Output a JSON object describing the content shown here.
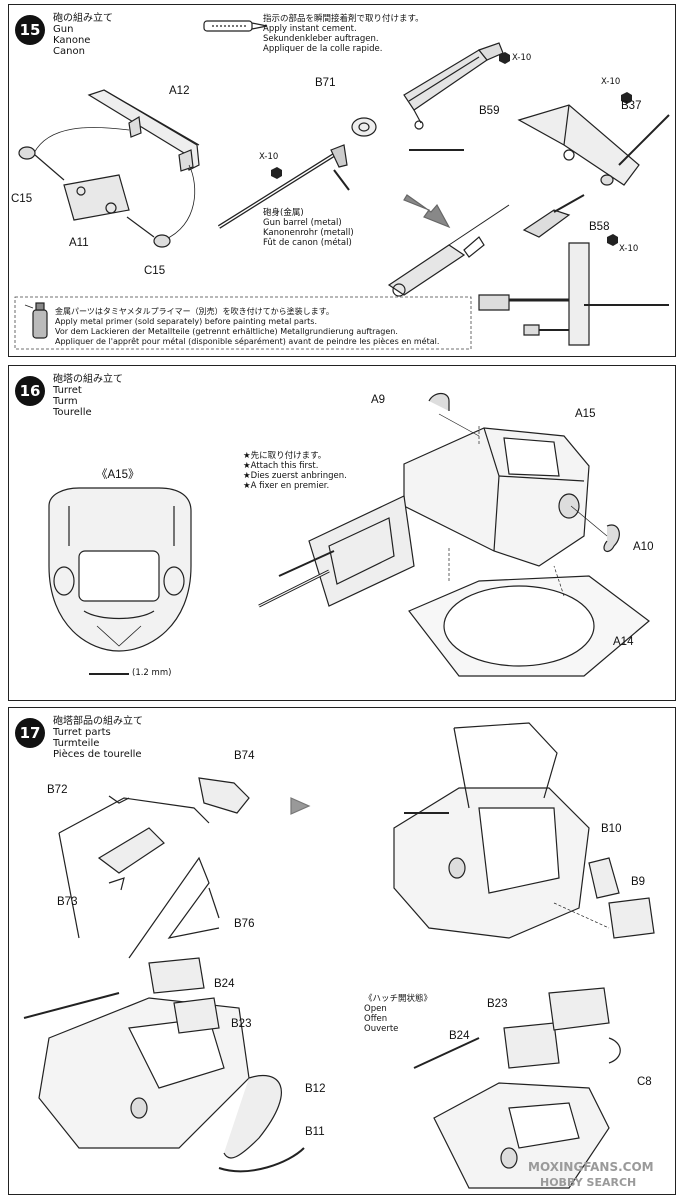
{
  "step15": {
    "number": "15",
    "title_jp": "砲の組み立て",
    "title_en": "Gun",
    "title_de": "Kanone",
    "title_fr": "Canon",
    "cement_note": [
      "指示の部品を瞬間接着剤で取り付けます。",
      "Apply instant cement.",
      "Sekundenkleber auftragen.",
      "Appliquer de la colle rapide."
    ],
    "parts": {
      "a12": "A12",
      "c15a": "C15",
      "a11": "A11",
      "c15b": "C15",
      "b71": "B71",
      "b59": "B59",
      "b37": "B37",
      "b58": "B58"
    },
    "x10": {
      "a": "X-10",
      "b": "X-10",
      "c": "X-10",
      "d": "X-10"
    },
    "barrel_note": [
      "砲身(金属)",
      "Gun barrel (metal)",
      "Kanonenrohr (metall)",
      "Fût de canon (métal)"
    ],
    "primer_note": [
      "金属パーツはタミヤメタルプライマー（別売）を吹き付けてから塗装します。",
      "Apply metal primer (sold separately) before painting metal parts.",
      "Vor dem Lackieren der Metallteile (getrennt erhältliche) Metallgrundierung auftragen.",
      "Appliquer de l'apprêt pour métal (disponible séparément) avant de peindre les pièces en métal."
    ]
  },
  "step16": {
    "number": "16",
    "title_jp": "砲塔の組み立て",
    "title_en": "Turret",
    "title_de": "Turm",
    "title_fr": "Tourelle",
    "detail_label": "《A15》",
    "drill": "(1.2 mm)",
    "attach_note": [
      "★先に取り付けます。",
      "★Attach this first.",
      "★Dies zuerst anbringen.",
      "★A fixer en premier."
    ],
    "parts": {
      "a9": "A9",
      "a15": "A15",
      "a10": "A10",
      "a14": "A14"
    }
  },
  "step17": {
    "number": "17",
    "title_jp": "砲塔部品の組み立て",
    "title_en": "Turret parts",
    "title_de": "Turmteile",
    "title_fr": "Pièces de tourelle",
    "parts": {
      "b74": "B74",
      "b72": "B72",
      "b73": "B73",
      "b76": "B76",
      "b10": "B10",
      "b9": "B9",
      "b24a": "B24",
      "b23a": "B23",
      "b12": "B12",
      "b11": "B11",
      "b23b": "B23",
      "b24b": "B24",
      "c8": "C8"
    },
    "open_note": [
      "《ハッチ開状態》",
      "Open",
      "Offen",
      "Ouverte"
    ]
  },
  "watermark": {
    "line1": "MOXINGFANS.COM",
    "line2": "HOBBY SEARCH"
  }
}
